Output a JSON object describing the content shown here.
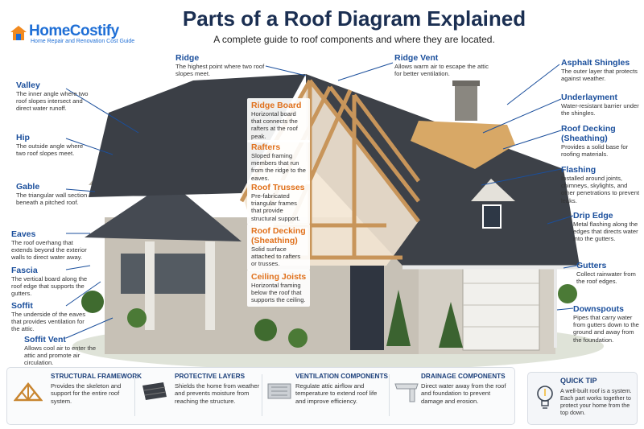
{
  "brand": {
    "name": "HomeCostify",
    "tagline": "Home Repair and Renovation Cost Guide"
  },
  "header": {
    "title": "Parts of a Roof Diagram Explained",
    "subtitle": "A complete guide to roof components and where they are located."
  },
  "labels": {
    "ridge": {
      "title": "Ridge",
      "desc": "The highest point where two roof slopes meet."
    },
    "ridge_vent": {
      "title": "Ridge Vent",
      "desc": "Allows warm air to escape the attic for better ventilation."
    },
    "asphalt_shingles": {
      "title": "Asphalt Shingles",
      "desc": "The outer layer that protects against weather."
    },
    "underlayment": {
      "title": "Underlayment",
      "desc": "Water-resistant barrier under the shingles."
    },
    "roof_decking_right": {
      "title": "Roof Decking (Sheathing)",
      "desc": "Provides a solid base for roofing materials."
    },
    "flashing": {
      "title": "Flashing",
      "desc": "Installed around joints, chimneys, skylights, and other penetrations to prevent leaks."
    },
    "drip_edge": {
      "title": "Drip Edge",
      "desc": "Metal flashing along the edges that directs water into the gutters."
    },
    "gutters": {
      "title": "Gutters",
      "desc": "Collect rainwater from the roof edges."
    },
    "downspouts": {
      "title": "Downspouts",
      "desc": "Pipes that carry water from gutters down to the ground and away from the foundation."
    },
    "valley": {
      "title": "Valley",
      "desc": "The inner angle where two roof slopes intersect and direct water runoff."
    },
    "hip": {
      "title": "Hip",
      "desc": "The outside angle where two roof slopes meet."
    },
    "gable": {
      "title": "Gable",
      "desc": "The triangular wall section beneath a pitched roof."
    },
    "eaves": {
      "title": "Eaves",
      "desc": "The roof overhang that extends beyond the exterior walls to direct water away."
    },
    "fascia": {
      "title": "Fascia",
      "desc": "The vertical board along the roof edge that supports the gutters."
    },
    "soffit": {
      "title": "Soffit",
      "desc": "The underside of the eaves that provides ventilation for the attic."
    },
    "soffit_vent": {
      "title": "Soffit Vent",
      "desc": "Allows cool air to enter the attic and promote air circulation."
    },
    "ridge_board": {
      "title": "Ridge Board",
      "desc": "Horizontal board that connects the rafters at the roof peak."
    },
    "rafters": {
      "title": "Rafters",
      "desc": "Sloped framing members that run from the ridge to the eaves."
    },
    "roof_trusses": {
      "title": "Roof Trusses",
      "desc": "Pre-fabricated triangular frames that provide structural support."
    },
    "roof_decking_center": {
      "title": "Roof Decking (Sheathing)",
      "desc": "Solid surface attached to rafters or trusses."
    },
    "ceiling_joists": {
      "title": "Ceiling Joists",
      "desc": "Horizontal framing below the roof that supports the ceiling."
    }
  },
  "categories": [
    {
      "title": "STRUCTURAL FRAMEWORK",
      "desc": "Provides the skeleton and support for the entire roof system.",
      "icon": "truss-icon"
    },
    {
      "title": "PROTECTIVE LAYERS",
      "desc": "Shields the home from weather and prevents moisture from reaching the structure.",
      "icon": "shingles-icon"
    },
    {
      "title": "VENTILATION COMPONENTS",
      "desc": "Regulate attic airflow and temperature to extend roof life and improve efficiency.",
      "icon": "vent-icon"
    },
    {
      "title": "DRAINAGE COMPONENTS",
      "desc": "Direct water away from the roof and foundation to prevent damage and erosion.",
      "icon": "gutter-icon"
    }
  ],
  "tip": {
    "title": "QUICK TIP",
    "desc": "A well-built roof is a system. Each part works together to protect your home from the top down.",
    "icon": "lightbulb-icon"
  },
  "colors": {
    "navy": "#1b2f52",
    "blue": "#1b4f9c",
    "orange": "#e0701b",
    "roof": "#3b3f46",
    "siding": "#b9b2a6",
    "wood": "#c8955a"
  }
}
